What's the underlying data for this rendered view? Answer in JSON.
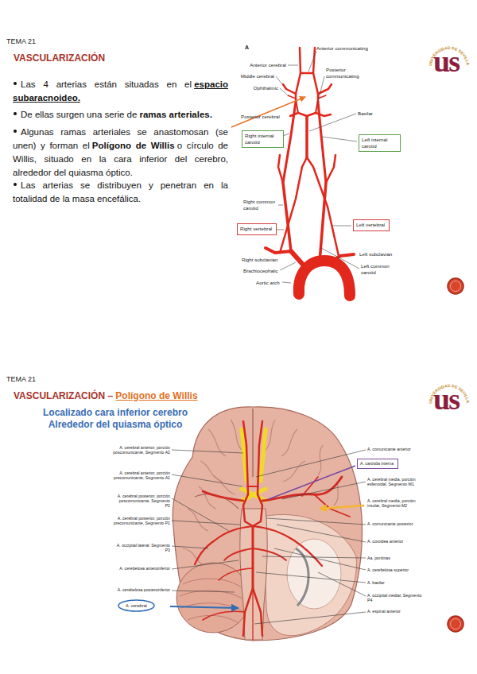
{
  "diagram": {
    "nodes": [
      {
        "text": [
          "Right internal carotid"
        ]
      },
      {
        "text": [
          "Left internal carotid"
        ]
      },
      {
        "text": [
          "Left vertebral"
        ]
      },
      {
        "text": [
          "Right vertebral"
        ]
      },
      {
        "text": [
          "A. carótida interna"
        ]
      },
      {
        "text": [
          "A. vertebral"
        ]
      }
    ],
    "labels": [
      "TEMA 21",
      "UNIVERSIDAD DE SEVILLA",
      "us",
      "VASCULARIZACIÓN",
      "Las 4 arterias están situadas en el",
      "espacio subaracnoideo.",
      "De ellas surgen una serie de",
      "ramas arteriales.",
      "Algunas ramas arteriales se anastomosan (se unen) y forman el",
      "Polígono de Willis",
      "o círculo de Willis, situado en la cara inferior del cerebro, alrededor del quiasma óptico.",
      "Las arterias se distribuyen y penetran en la totalidad de la masa encefálica.",
      "A",
      "Anterior communicating",
      "Anterior cerebral",
      "Middle cerebral",
      "Posterior communicating",
      "Ophthalmic",
      "Posterior cerebral",
      "Basilar",
      "Right common carotid",
      "Right subclavian",
      "Left subclavian",
      "Brachiocephalic",
      "Left common carotid",
      "Aortic arch",
      "TEMA 21",
      "UNIVERSIDAD DE SEVILLA",
      "us",
      "VASCULARIZACIÓN –",
      "Polígono de Willis",
      "Localizado cara inferior cerebro",
      "Alrededor del quiasma óptico",
      "A. cerebral anterior, porción poscomunicante, Segmento A2",
      "A. cerebral anterior, porción precomunicante, Segmento A1",
      "A. cerebral posterior, porción poscomunicante, Segmento P2",
      "A. cerebral posterior, porción precomunicante, Segmento P1",
      "A. occipital lateral, Segmento P3",
      "A. cerebelosa anteroinferior",
      "A. cerebelosa posteroinferior",
      "A. comunicante anterior",
      "A. cerebral media, porción esfenoidal, Segmento M1",
      "A. cerebral media, porción insular, Segmento M2",
      "A. comunicante posterior",
      "A. coroidea anterior",
      "Aa. pontinas",
      "A. cerebelosa superior",
      "A. basilar",
      "A. occipital medial, Segmento P4",
      "A. espinal anterior"
    ]
  }
}
